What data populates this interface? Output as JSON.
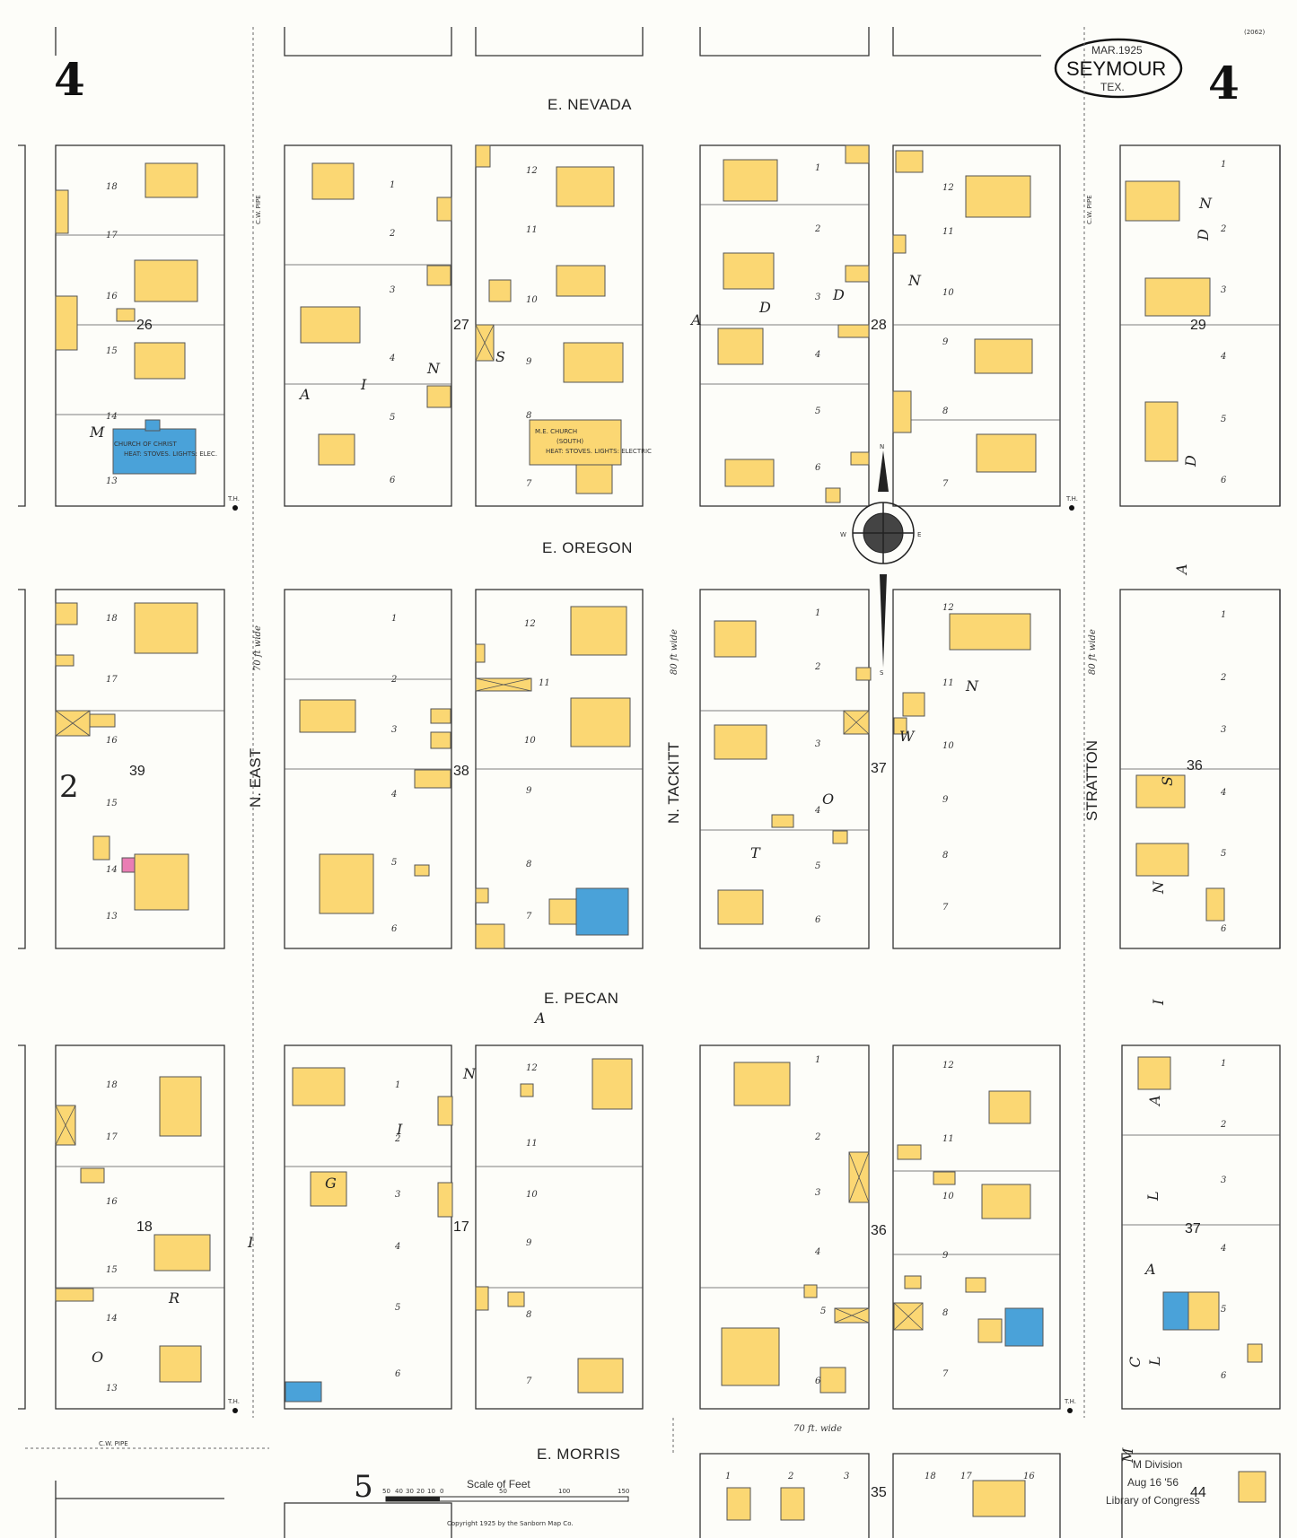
{
  "sheet": {
    "number": "4",
    "corner_code": "(2062)",
    "city_badge": {
      "date": "MAR.1925",
      "city": "SEYMOUR",
      "state": "TEX."
    },
    "copyright": "Copyright 1925 by the Sanborn Map Co.",
    "adjoining_sheets": {
      "left": "2",
      "bottom": "5"
    }
  },
  "colors": {
    "frame": "#fbd773",
    "brick": "#f3e9a7",
    "stone": "#4aa2d9",
    "adobe": "#e97db4",
    "paper": "#fdfdf9"
  },
  "streets": {
    "horizontal": [
      "E. NEVADA",
      "E. OREGON",
      "E. PECAN",
      "E. MORRIS"
    ],
    "vertical": [
      "N. EAST",
      "N. TACKITT",
      "STRATTON"
    ],
    "widths": [
      "70 ft wide",
      "80 ft wide",
      "80 ft wide",
      "70 ft. wide"
    ]
  },
  "district_letters": [
    "M",
    "A",
    "I",
    "N",
    "S",
    "A",
    "D",
    "D",
    "N",
    "D",
    "D",
    "A",
    "O",
    "T",
    "W",
    "N",
    "N",
    "S",
    "I",
    "A",
    "L",
    "A",
    "N",
    "I",
    "G",
    "I",
    "R",
    "O",
    "N",
    "L",
    "A",
    "C",
    "M"
  ],
  "blocks": [
    "26",
    "27",
    "28",
    "29",
    "39",
    "38",
    "37",
    "36",
    "18",
    "17",
    "36",
    "37",
    "35",
    "44"
  ],
  "buildings": {
    "church_1": {
      "name": "CHURCH OF CHRIST",
      "note": "HEAT: STOVES. LIGHTS: ELEC."
    },
    "church_2": {
      "name": "M.E. CHURCH",
      "sub": "(SOUTH)",
      "note": "HEAT: STOVES. LIGHTS: ELECTRIC"
    }
  },
  "legend": {
    "scale_title": "Scale of Feet",
    "scale_ticks": [
      "50",
      "40",
      "30",
      "20",
      "10",
      "0",
      "50",
      "100",
      "150"
    ]
  },
  "compass": [
    "N",
    "S",
    "E",
    "W"
  ],
  "annotations": [
    "C.W. PIPE",
    "T.H."
  ],
  "stamp": {
    "lines": [
      "M  Division",
      "Aug 16 '56",
      "Library of Congress"
    ]
  }
}
